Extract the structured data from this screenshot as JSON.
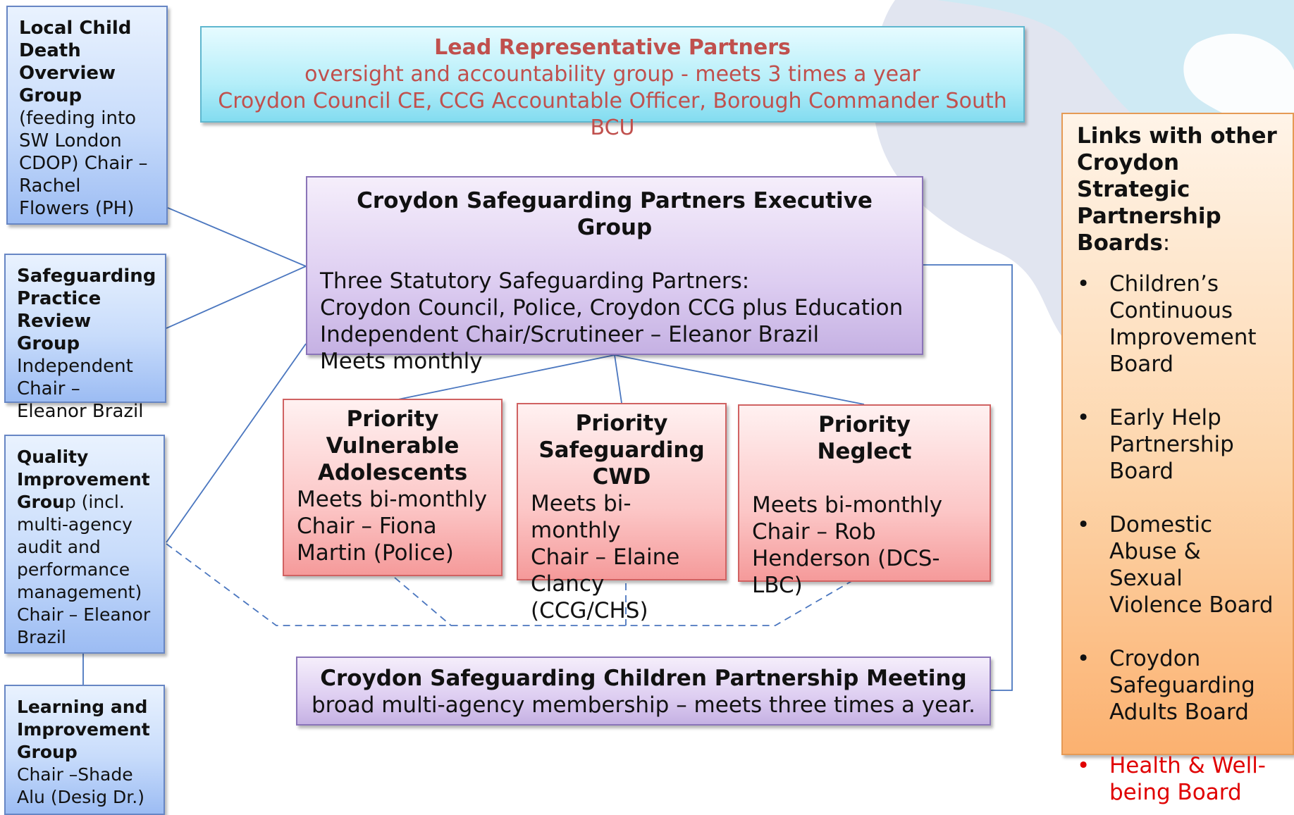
{
  "left_boxes": [
    {
      "title": "Local Child Death Overview Group",
      "detail": "(feeding into SW London CDOP) Chair – Rachel Flowers (PH)"
    },
    {
      "title": "Safeguarding Practice Review Group",
      "detail": "Independent Chair – Eleanor Brazil"
    },
    {
      "title": "Quality Improvement Grou",
      "title_tail": "p (incl. multi-agency audit and performance management) Chair – Eleanor Brazil"
    },
    {
      "title": "Learning and Improvement Group",
      "detail": "Chair –Shade Alu (Desig Dr.)"
    }
  ],
  "lead": {
    "title": "Lead Representative Partners",
    "line1": "oversight and accountability group -  meets 3 times a year",
    "line2": "Croydon Council CE, CCG Accountable Officer, Borough Commander South BCU"
  },
  "exec": {
    "title": "Croydon Safeguarding Partners Executive Group",
    "lines": [
      "Three Statutory Safeguarding Partners:",
      "Croydon Council, Police, Croydon CCG plus Education",
      "Independent Chair/Scrutineer – Eleanor Brazil",
      "Meets monthly"
    ]
  },
  "priorities": [
    {
      "title": "Priority Vulnerable Adolescents",
      "meets": "Meets bi-monthly",
      "chair": "Chair – Fiona Martin (Police)"
    },
    {
      "title": "Priority Safeguarding CWD",
      "meets": "Meets bi-monthly",
      "chair": "Chair – Elaine Clancy (CCG/CHS)"
    },
    {
      "title": "Priority Neglect",
      "meets": "Meets bi-monthly",
      "chair": "Chair –  Rob Henderson (DCS-LBC)"
    }
  ],
  "partnership": {
    "title": "Croydon Safeguarding Children Partnership Meeting",
    "subtitle": "broad multi-agency membership – meets three times a year."
  },
  "links": {
    "heading": "Links with other Croydon Strategic Partnership Boards",
    "heading_suffix": ":",
    "items": [
      "Children’s Continuous Improvement Board",
      "Early Help Partnership Board",
      "Domestic Abuse & Sexual Violence Board",
      "Croydon Safeguarding Adults Board",
      "Health & Well-being Board"
    ],
    "bullet": "•",
    "highlight_color": "#e00000"
  }
}
